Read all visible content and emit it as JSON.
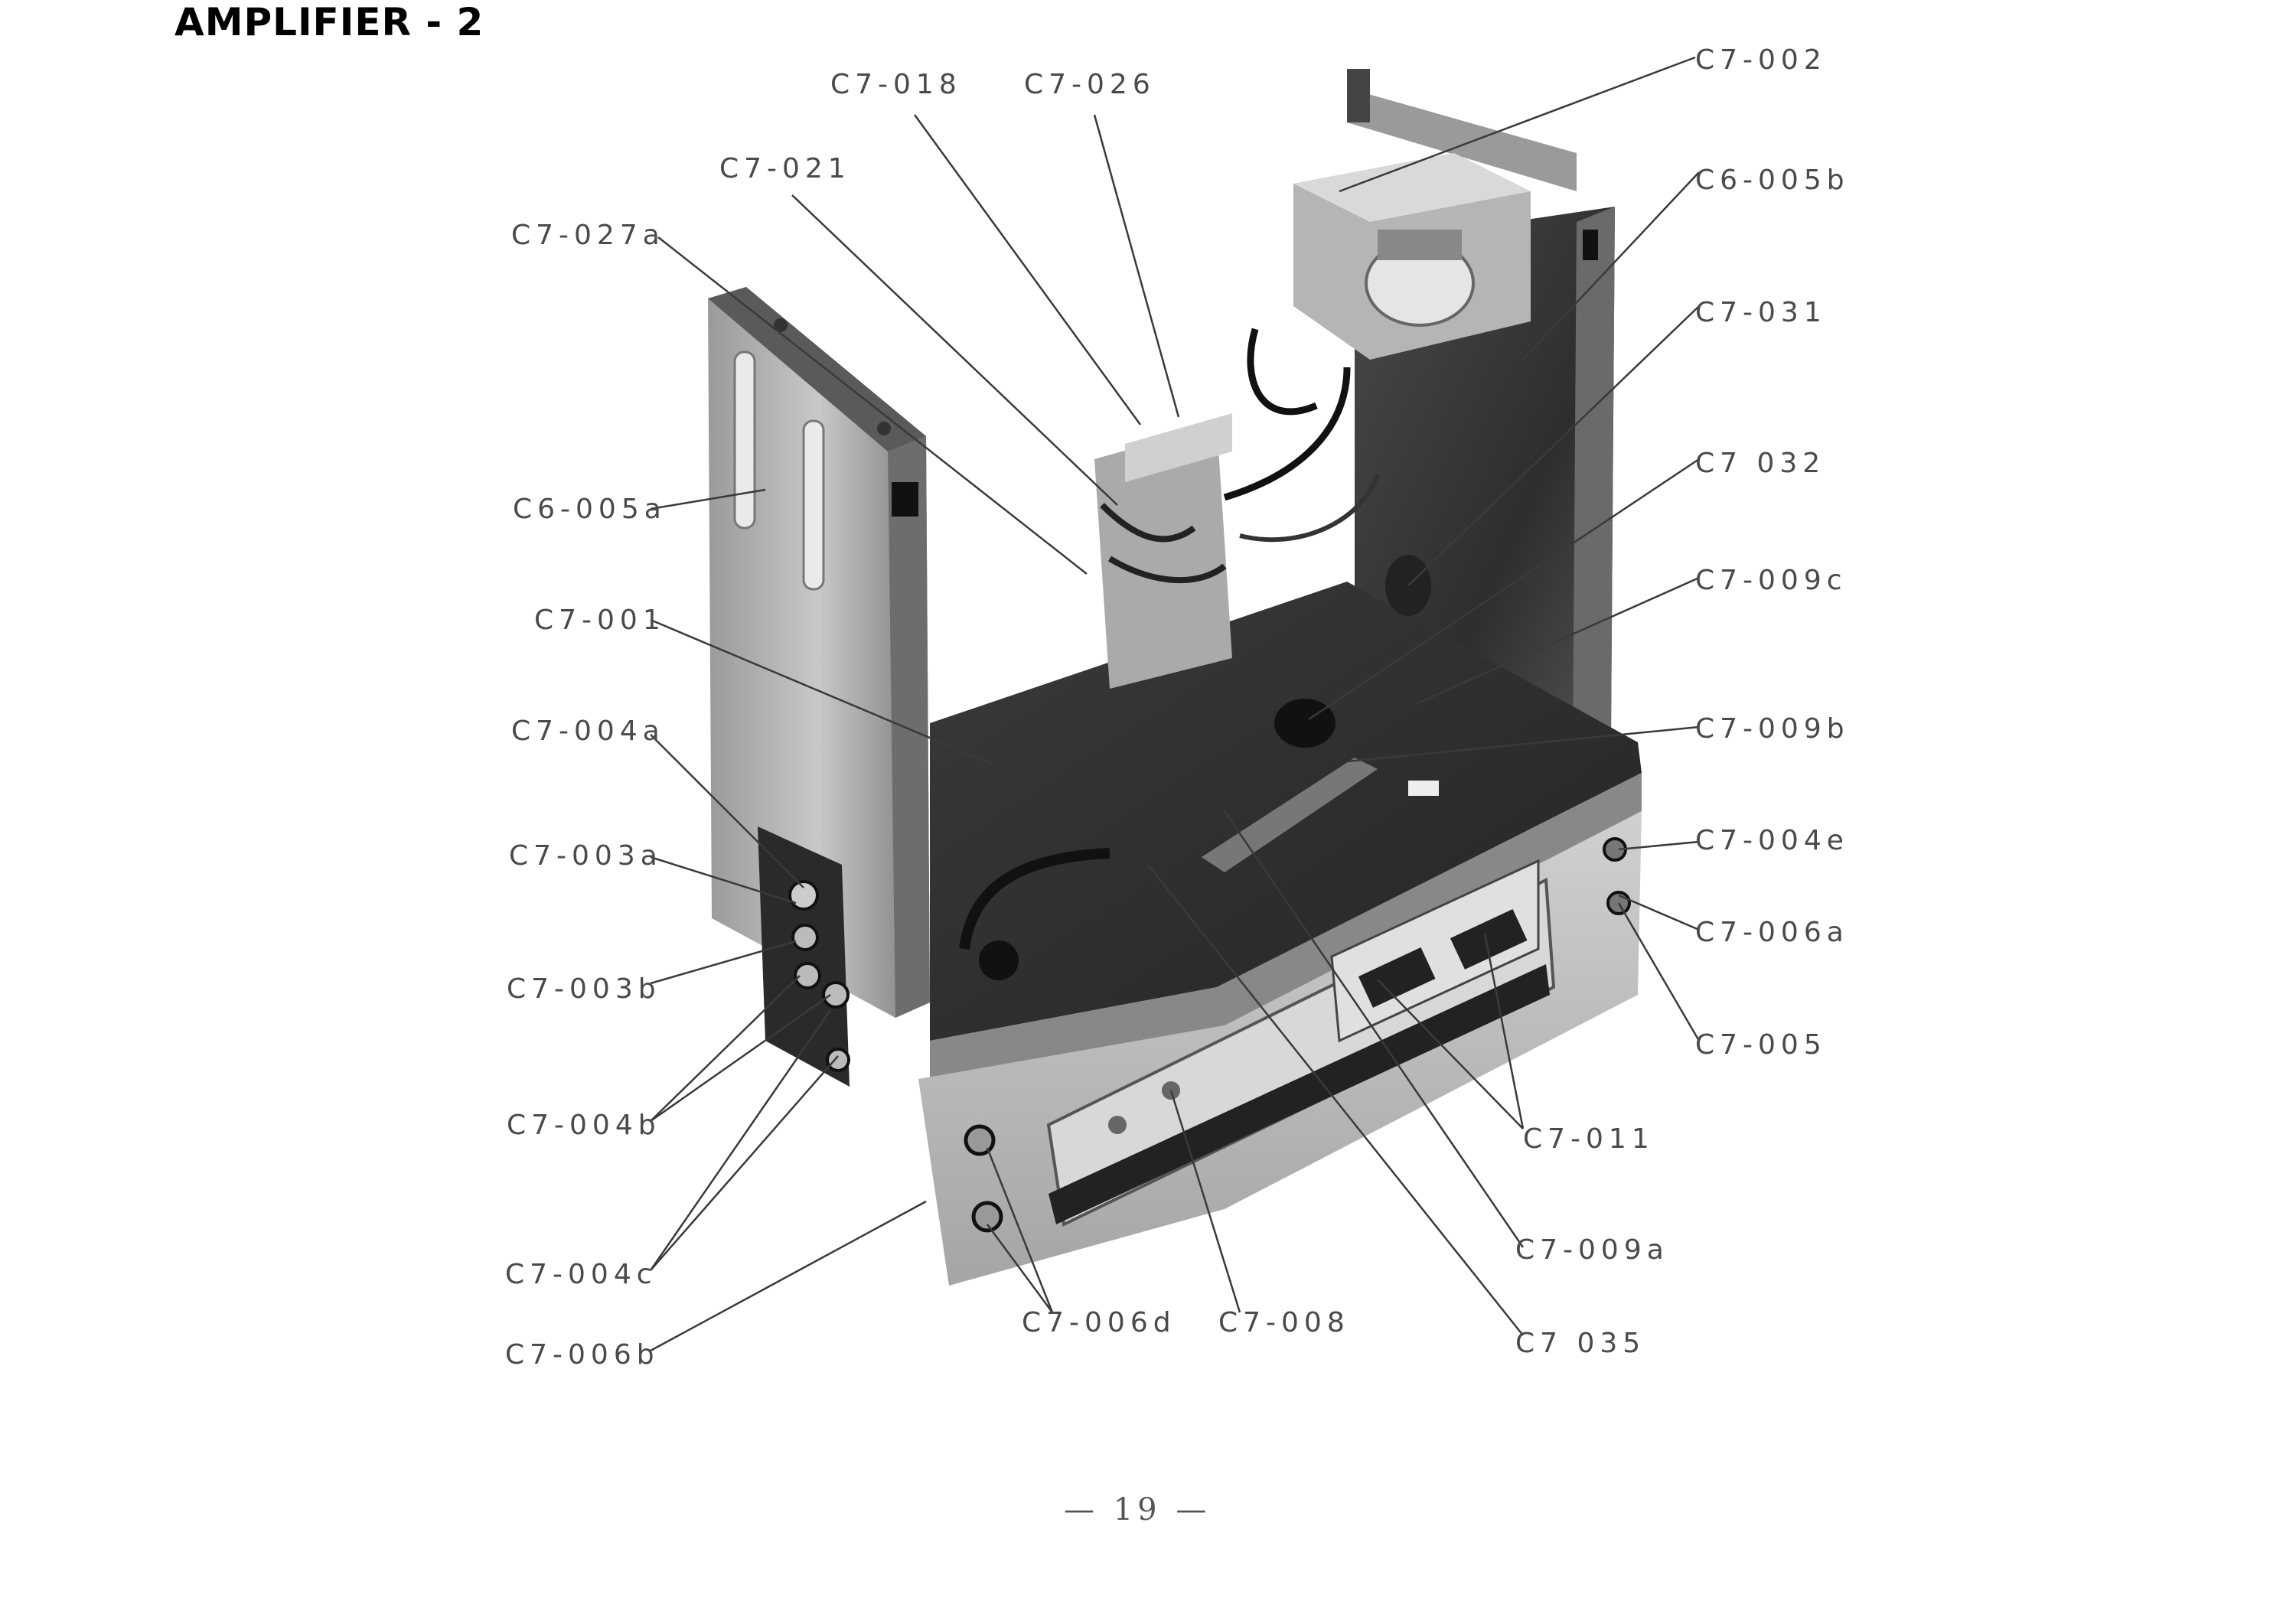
{
  "page": {
    "title": "AMPLIFIER - 2",
    "page_number": "— 19 —"
  },
  "labels": {
    "c7_018": "C7-018",
    "c7_026": "C7-026",
    "c7_021": "C7-021",
    "c7_027a": "C7-027a",
    "c6_005a": "C6-005a",
    "c7_001": "C7-001",
    "c7_004a": "C7-004a",
    "c7_003a": "C7-003a",
    "c7_003b": "C7-003b",
    "c7_004b": "C7-004b",
    "c7_004c": "C7-004c",
    "c7_006b": "C7-006b",
    "c7_006d": "C7-006d",
    "c7_008": "C7-008",
    "c7_035": "C7 035",
    "c7_009a": "C7-009a",
    "c7_011": "C7-011",
    "c7_005": "C7-005",
    "c7_006a": "C7-006a",
    "c7_004e": "C7-004e",
    "c7_009b": "C7-009b",
    "c7_009c": "C7-009c",
    "c7_032": "C7 032",
    "c7_031": "C7-031",
    "c6_005b": "C6-005b",
    "c7_002": "C7-002"
  }
}
